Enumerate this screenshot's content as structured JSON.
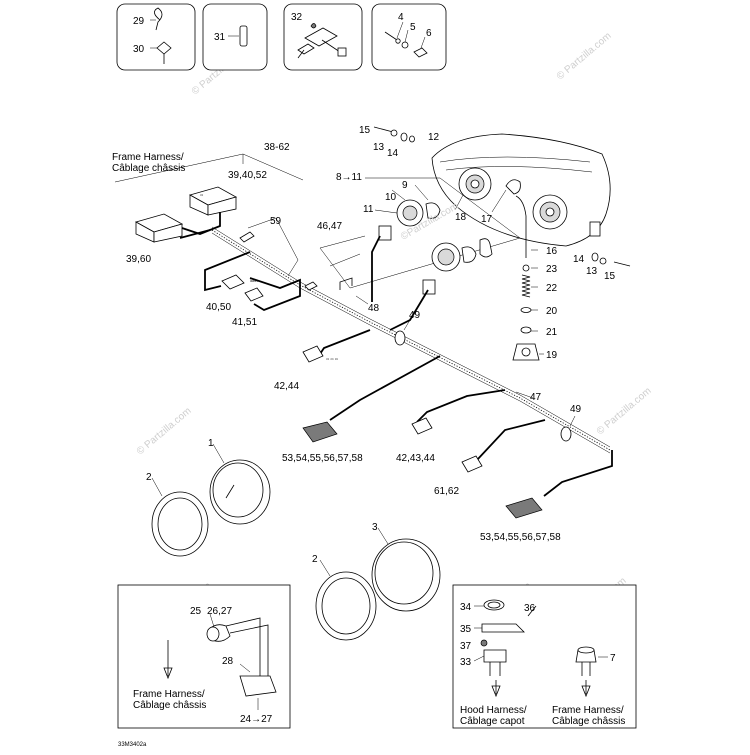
{
  "callouts": {
    "c29": "29",
    "c30": "30",
    "c31": "31",
    "c32": "32",
    "c4": "4",
    "c5": "5",
    "c6": "6",
    "c15a": "15",
    "c13a": "13",
    "c14a": "14",
    "c12": "12",
    "c38_62": "38-62",
    "c39_40_52": "39,40,52",
    "c8_11": "8→11",
    "c9": "9",
    "c10": "10",
    "c11": "11",
    "c18": "18",
    "c17": "17",
    "c46_47": "46,47",
    "c59": "59",
    "c39_60": "39,60",
    "c40_50": "40,50",
    "c41_51": "41,51",
    "c48": "48",
    "c16": "16",
    "c23": "23",
    "c22": "22",
    "c20": "20",
    "c21": "21",
    "c19": "19",
    "c14b": "14",
    "c13b": "13",
    "c15b": "15",
    "c49a": "49",
    "c49b": "49",
    "c47": "47",
    "c42_44": "42,44",
    "c53a": "53,54,55,56,57,58",
    "c42_43_44": "42,43,44",
    "c61_62": "61,62",
    "c53b": "53,54,55,56,57,58",
    "c1": "1",
    "c2a": "2",
    "c3": "3",
    "c2b": "2",
    "c25": "25",
    "c26_27": "26,27",
    "c28": "28",
    "c24_27": "24→27",
    "c34": "34",
    "c35": "35",
    "c36": "36",
    "c37": "37",
    "c33": "33",
    "c7": "7"
  },
  "captions": {
    "frame_top_1": "Frame Harness/",
    "frame_top_2": "Câblage châssis",
    "frame_bl_1": "Frame Harness/",
    "frame_bl_2": "Câblage châssis",
    "hood_1": "Hood Harness/",
    "hood_2": "Câblage capot",
    "frame_br_1": "Frame Harness/",
    "frame_br_2": "Câblage châssis"
  },
  "watermarks": {
    "brand": "© Partzilla.com",
    "center": "©Partzilla.com"
  },
  "figure_id": "33M3402a"
}
